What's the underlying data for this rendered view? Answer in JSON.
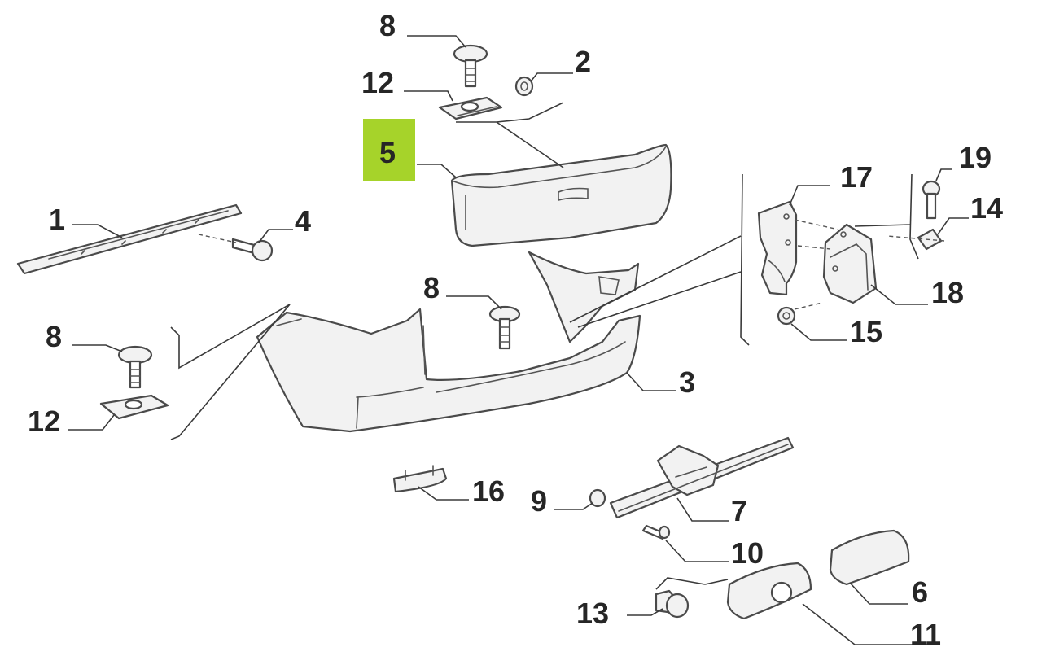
{
  "diagram": {
    "highlight_color": "#a6d32a",
    "callouts": [
      {
        "id": "c8a",
        "number": "8"
      },
      {
        "id": "c12a",
        "number": "12"
      },
      {
        "id": "c2",
        "number": "2"
      },
      {
        "id": "c5",
        "number": "5",
        "highlighted": true
      },
      {
        "id": "c1",
        "number": "1"
      },
      {
        "id": "c4",
        "number": "4"
      },
      {
        "id": "c17",
        "number": "17"
      },
      {
        "id": "c19",
        "number": "19"
      },
      {
        "id": "c14",
        "number": "14"
      },
      {
        "id": "c18",
        "number": "18"
      },
      {
        "id": "c15",
        "number": "15"
      },
      {
        "id": "c8b",
        "number": "8"
      },
      {
        "id": "c8c",
        "number": "8"
      },
      {
        "id": "c3",
        "number": "3"
      },
      {
        "id": "c12b",
        "number": "12"
      },
      {
        "id": "c16",
        "number": "16"
      },
      {
        "id": "c9",
        "number": "9"
      },
      {
        "id": "c7",
        "number": "7"
      },
      {
        "id": "c10",
        "number": "10"
      },
      {
        "id": "c6",
        "number": "6"
      },
      {
        "id": "c13",
        "number": "13"
      },
      {
        "id": "c11",
        "number": "11"
      }
    ]
  }
}
